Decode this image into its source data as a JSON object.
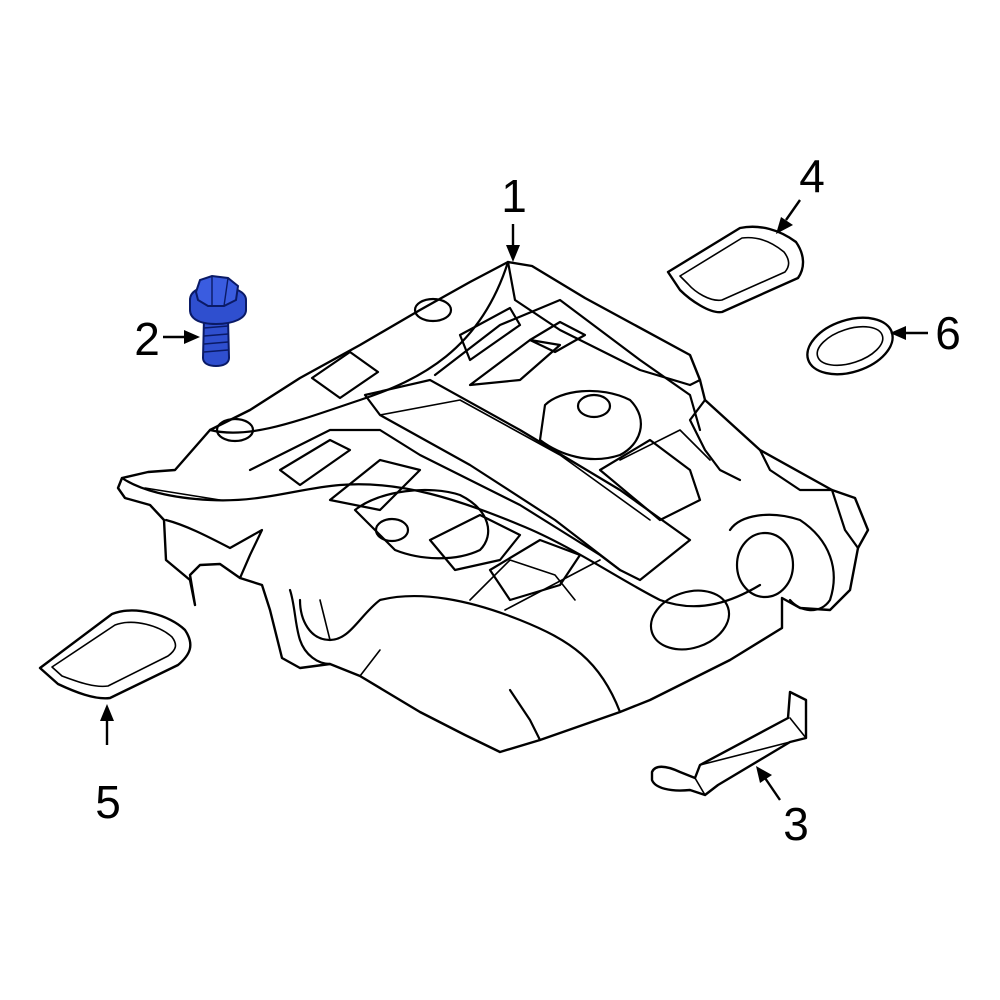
{
  "callouts": [
    {
      "id": "1",
      "label": "1"
    },
    {
      "id": "2",
      "label": "2"
    },
    {
      "id": "3",
      "label": "3"
    },
    {
      "id": "4",
      "label": "4"
    },
    {
      "id": "5",
      "label": "5"
    },
    {
      "id": "6",
      "label": "6"
    }
  ],
  "colors": {
    "highlight_part": "#2f4fcf",
    "highlight_outline": "#0a1a66",
    "line": "#000000",
    "background": "#ffffff"
  }
}
